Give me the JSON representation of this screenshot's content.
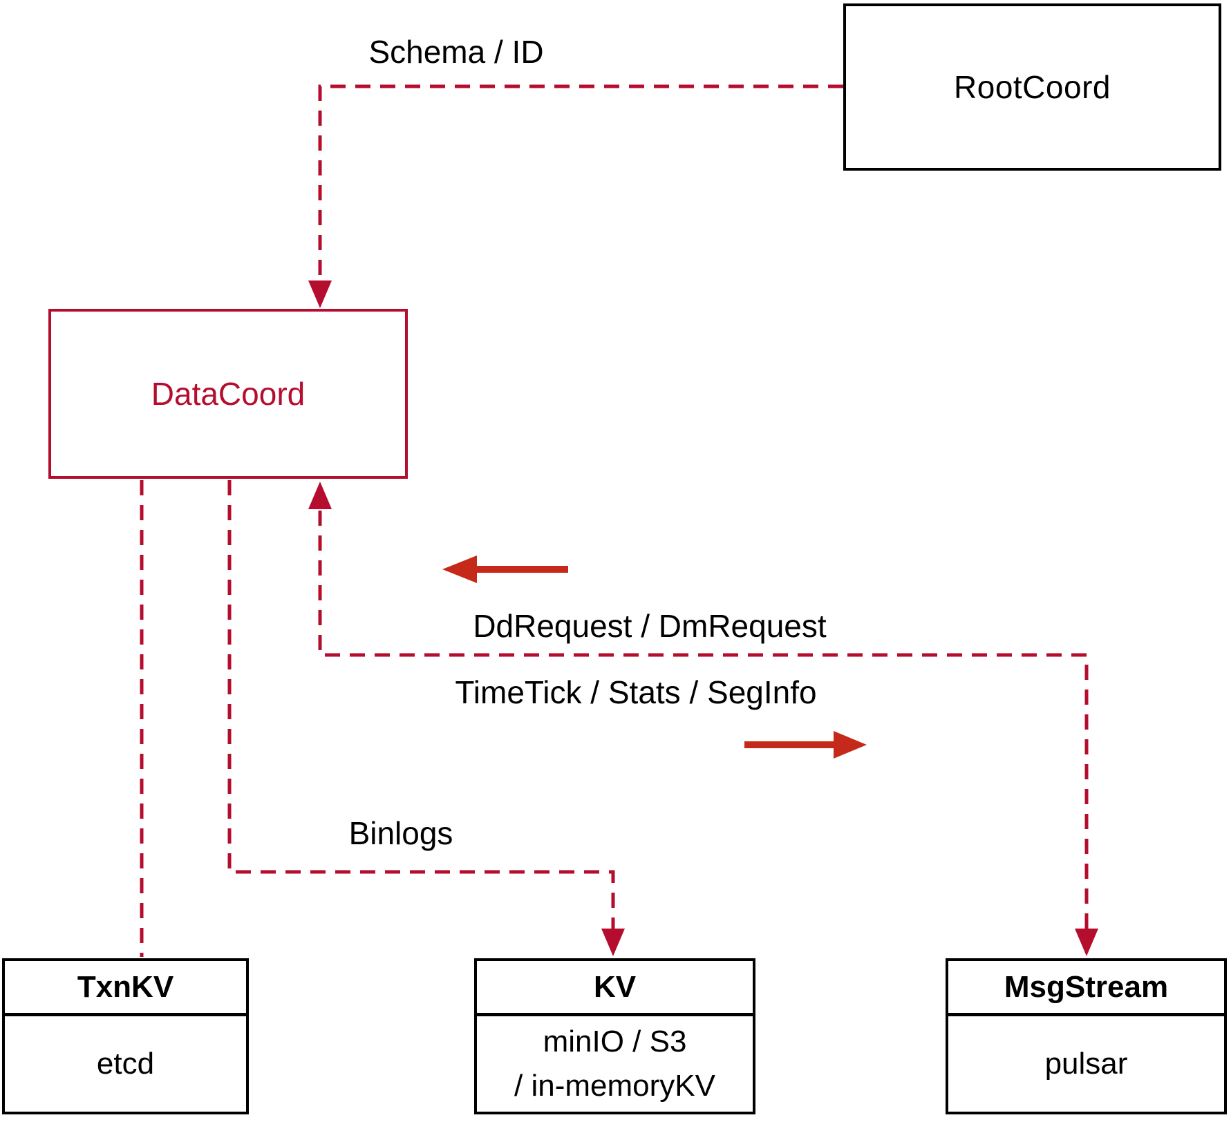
{
  "nodes": {
    "rootcoord": {
      "label": "RootCoord"
    },
    "datacoord": {
      "label": "DataCoord"
    },
    "txnkv": {
      "title": "TxnKV",
      "body": "etcd"
    },
    "kv": {
      "title": "KV",
      "body_line1": "minIO / S3",
      "body_line2": "/ in-memoryKV"
    },
    "msgstream": {
      "title": "MsgStream",
      "body": "pulsar"
    }
  },
  "edge_labels": {
    "schema_id": "Schema / ID",
    "dd_request": "DdRequest / DmRequest",
    "timetick": "TimeTick / Stats / SegInfo",
    "binlogs": "Binlogs"
  },
  "colors": {
    "dashed_line": "#b50d2e",
    "solid_arrow": "#c5291a",
    "box_border": "#000000",
    "text": "#000000"
  }
}
